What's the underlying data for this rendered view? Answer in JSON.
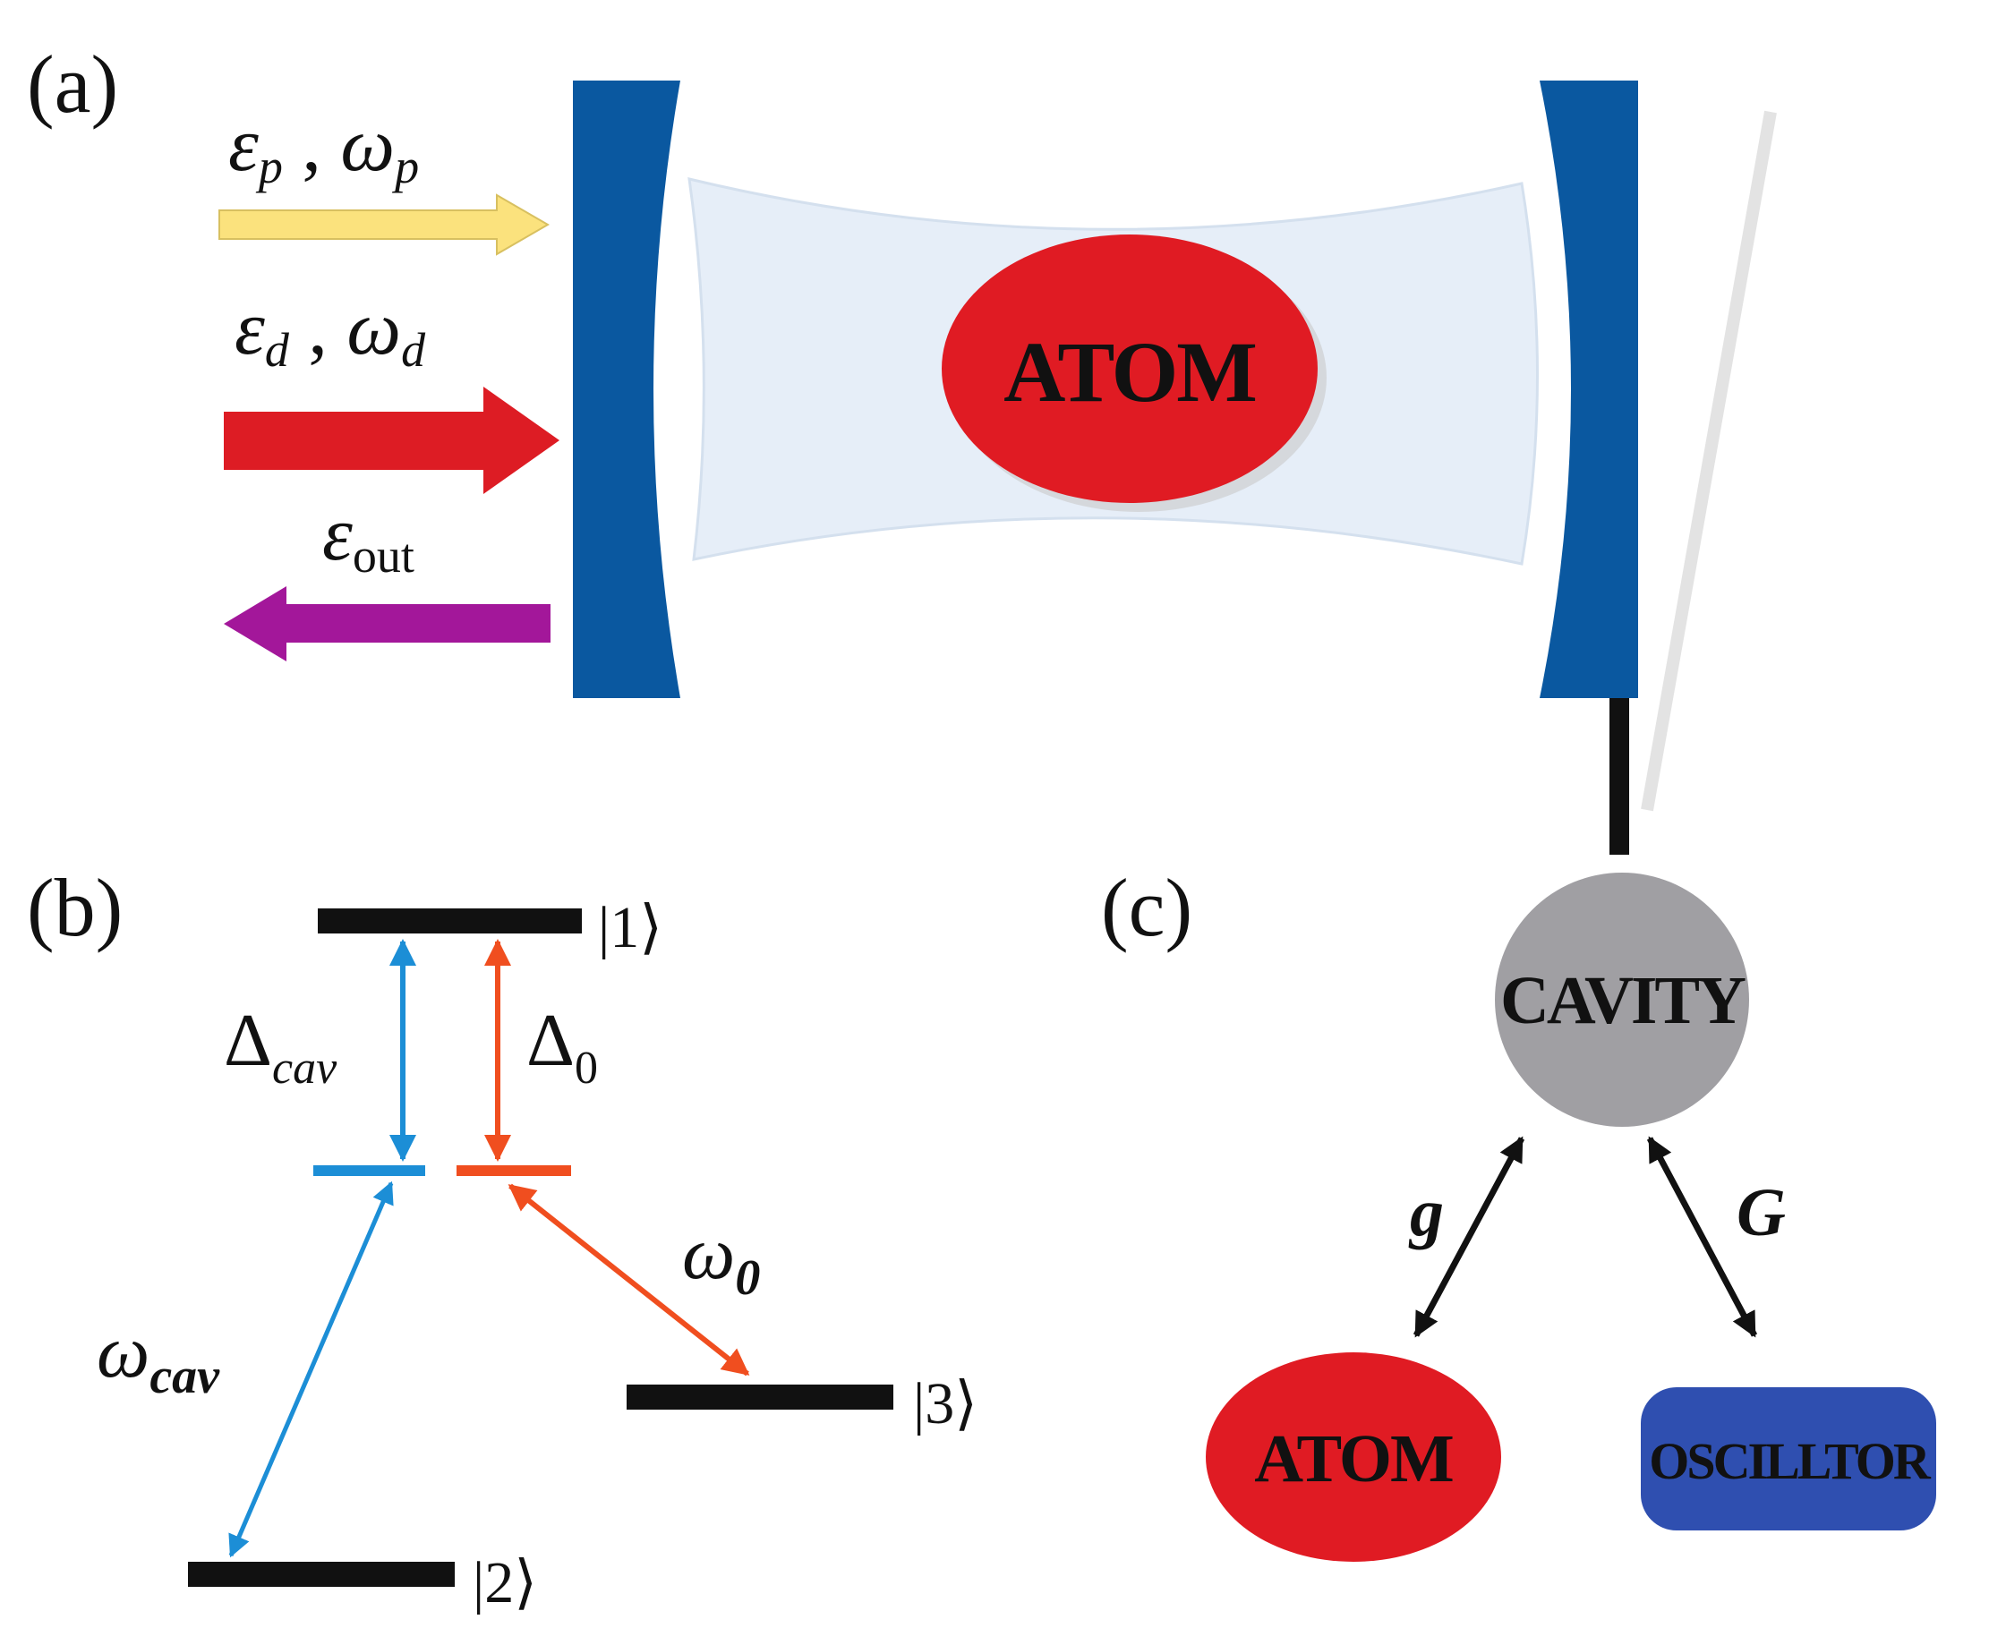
{
  "panels": {
    "a": {
      "label": "(a)",
      "probe": {
        "symbol": "ε",
        "sub": "p",
        "sep": " , ",
        "freq": "ω",
        "freq_sub": "p"
      },
      "drive": {
        "symbol": "ε",
        "sub": "d",
        "sep": " , ",
        "freq": "ω",
        "freq_sub": "d"
      },
      "output": {
        "symbol": "ε",
        "sub": "out"
      },
      "atom": "ATOM"
    },
    "b": {
      "label": "(b)",
      "level1": "|1⟩",
      "level2": "|2⟩",
      "level3": "|3⟩",
      "delta_cav": {
        "symbol": "Δ",
        "sub": "cav"
      },
      "delta_0": {
        "symbol": "Δ",
        "sub": "0"
      },
      "omega_cav": {
        "symbol": "ω",
        "sub": "cav"
      },
      "omega_0": {
        "symbol": "ω",
        "sub": "0"
      }
    },
    "c": {
      "label": "(c)",
      "cavity": "CAVITY",
      "atom": "ATOM",
      "oscillator": "OSCILLTOR",
      "g": "g",
      "G": "G"
    }
  },
  "colors": {
    "mirror": "#0a58a0",
    "probe_arrow": "#fbe27d",
    "drive_arrow": "#dd1c24",
    "output_arrow": "#a3179a",
    "cavity_mode": "#e6eef8",
    "atom": "#e01b23",
    "cavity_node": "#a09fa3",
    "oscillator": "#2f4fb0",
    "blue_transition": "#1c8ed6",
    "red_transition": "#f04e1f"
  }
}
